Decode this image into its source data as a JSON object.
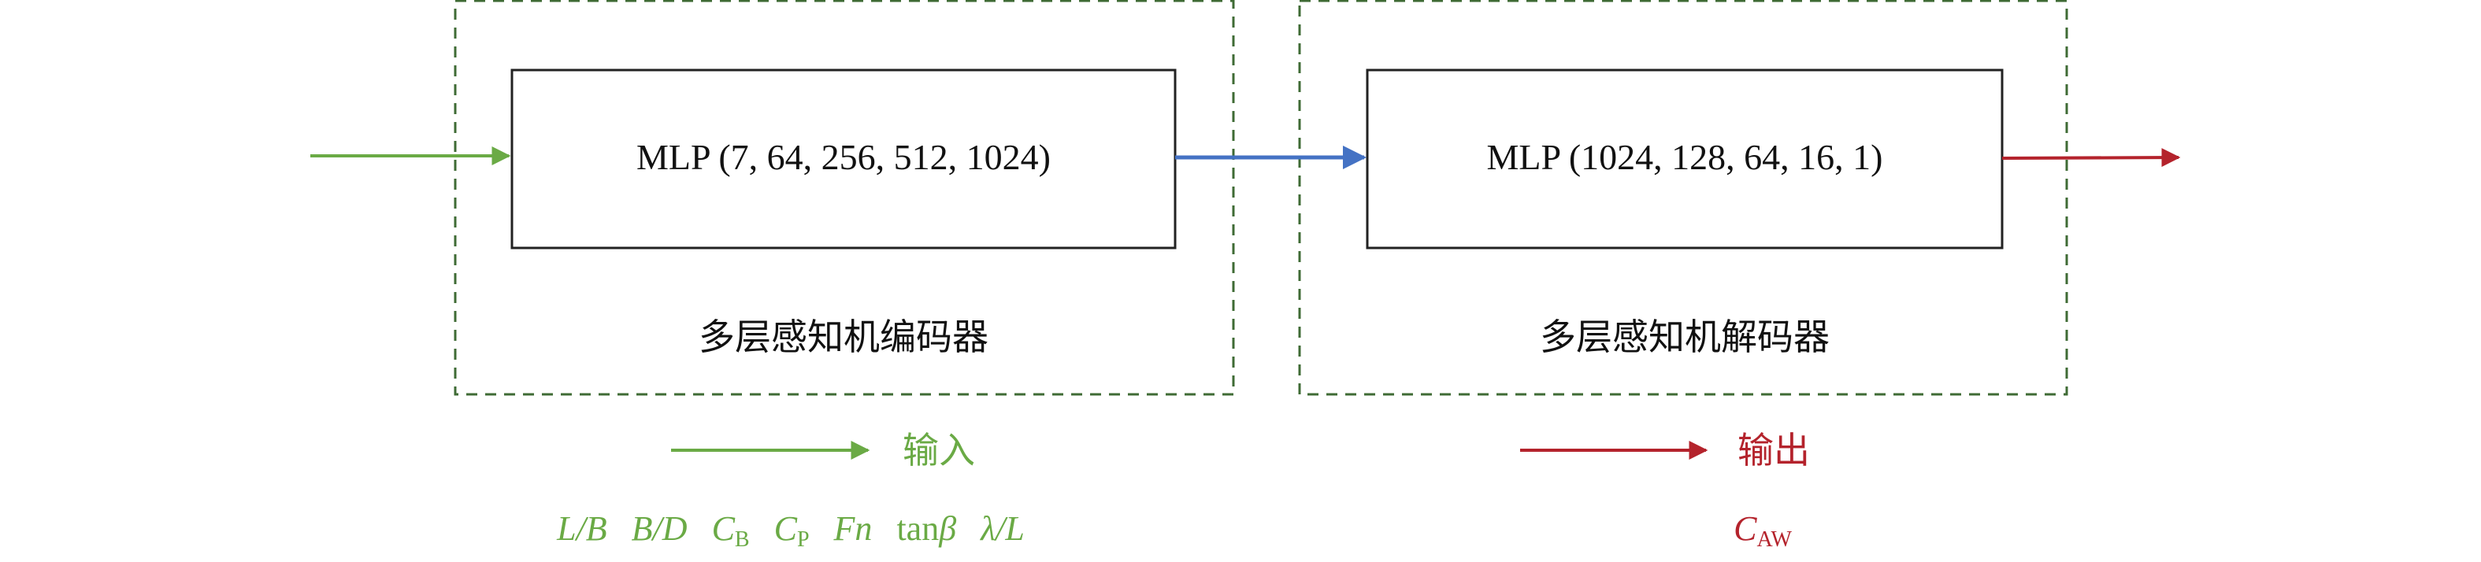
{
  "encoder": {
    "mlp_label": "MLP (7, 64, 256, 512, 1024)",
    "caption": "多层感知机编码器"
  },
  "decoder": {
    "mlp_label": "MLP (1024, 128, 64, 16, 1)",
    "caption": "多层感知机解码器"
  },
  "legend": {
    "input_label": "输入",
    "output_label": "输出"
  },
  "inputs": {
    "l_over_b": "L/B",
    "b_over_d": "B/D",
    "cb_main": "C",
    "cb_sub": "B",
    "cp_main": "C",
    "cp_sub": "P",
    "fn": "Fn",
    "tan_fn": "tan",
    "beta": "β",
    "lambda_over_l": "λ/L"
  },
  "output": {
    "caw_main": "C",
    "caw_sub": "AW"
  },
  "colors": {
    "input": "#6aaa45",
    "link": "#4472c4",
    "output": "#b4232c",
    "dashed_border": "#3f6b35",
    "box_border": "#222222",
    "text": "#111111"
  }
}
